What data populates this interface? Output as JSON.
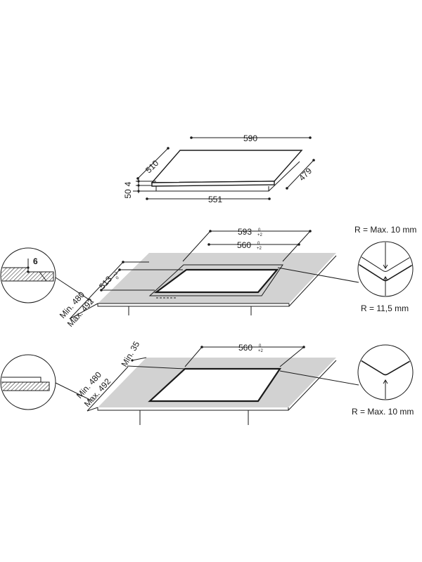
{
  "hob": {
    "width": "590",
    "depth": "510",
    "side_depth": "479",
    "bottom_width": "551",
    "glass_thickness": "4",
    "total_height": "50"
  },
  "flush_mount": {
    "outer_width": "593",
    "outer_width_tol_top": "0",
    "outer_width_tol_bottom": "+2",
    "cutout_width": "560",
    "cutout_width_tol_top": "0",
    "cutout_width_tol_bottom": "+2",
    "outer_depth": "513",
    "outer_depth_tol_top": "+2",
    "outer_depth_tol_bottom": "0",
    "depth_min": "Min. 480",
    "depth_max": "Max. 492",
    "rebate_depth": "6",
    "corner_radius_outer": "R = Max. 10 mm",
    "corner_radius_inner": "R = 11,5 mm"
  },
  "standard_mount": {
    "cutout_width": "560",
    "cutout_width_tol_top": "0",
    "cutout_width_tol_bottom": "+2",
    "depth_min": "Min. 480",
    "depth_max": "Max. 492",
    "edge_min": "Min. 35",
    "corner_radius": "R = Max. 10 mm"
  }
}
